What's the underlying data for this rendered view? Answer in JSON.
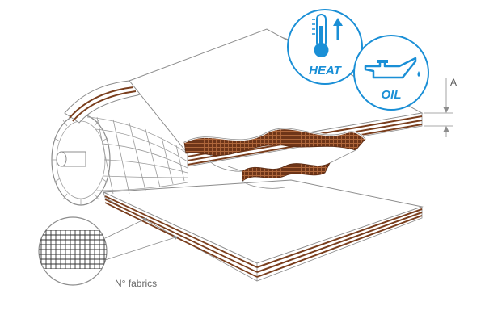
{
  "badges": {
    "heat": {
      "label": "HEAT",
      "icon": "thermometer-up-icon",
      "color": "#1a8fd6"
    },
    "oil": {
      "label": "OIL",
      "icon": "oil-can-icon",
      "color": "#1a8fd6"
    }
  },
  "labels": {
    "fabrics": "N° fabrics",
    "thickness": "A"
  },
  "colors": {
    "belt_outline": "#8c8c8c",
    "carcass": "#7a3e1d",
    "carcass_light": "#a8623a"
  }
}
